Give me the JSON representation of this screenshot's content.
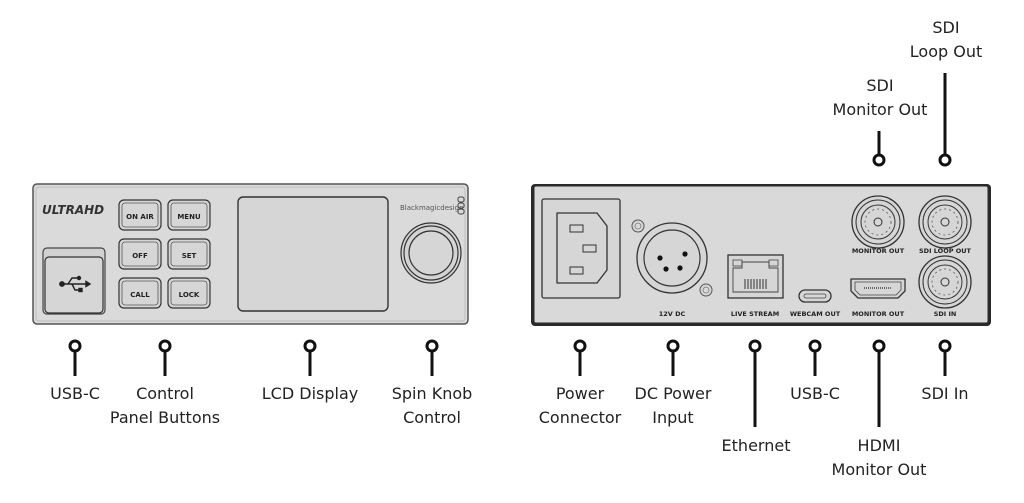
{
  "front_panel": {
    "brand_logo": "ULTRAHD",
    "maker_logo": "Blackmagicdesign",
    "buttons": [
      {
        "label": "ON AIR"
      },
      {
        "label": "MENU"
      },
      {
        "label": "OFF"
      },
      {
        "label": "SET"
      },
      {
        "label": "CALL"
      },
      {
        "label": "LOCK"
      }
    ],
    "callouts": [
      {
        "line1": "USB-C",
        "line2": ""
      },
      {
        "line1": "Control",
        "line2": "Panel Buttons"
      },
      {
        "line1": "LCD Display",
        "line2": ""
      },
      {
        "line1": "Spin Knob",
        "line2": "Control"
      }
    ]
  },
  "rear_panel": {
    "port_labels": {
      "dc": "12V DC",
      "ethernet": "LIVE STREAM",
      "usb": "WEBCAM OUT",
      "hdmi": "MONITOR OUT",
      "sdi_monitor": "MONITOR OUT",
      "sdi_loop": "SDI LOOP OUT",
      "sdi_in": "SDI IN"
    },
    "callouts": [
      {
        "line1": "Power",
        "line2": "Connector"
      },
      {
        "line1": "DC Power",
        "line2": "Input"
      },
      {
        "line1": "Ethernet",
        "line2": ""
      },
      {
        "line1": "USB-C",
        "line2": ""
      },
      {
        "line1": "HDMI",
        "line2": "Monitor Out"
      },
      {
        "line1": "SDI In",
        "line2": ""
      },
      {
        "line1": "SDI",
        "line2": "Monitor Out"
      },
      {
        "line1": "SDI",
        "line2": "Loop Out"
      }
    ]
  },
  "colors": {
    "panel": "#d9d9d9",
    "outline": "#2a2a2a",
    "text": "#1a1a1a"
  }
}
